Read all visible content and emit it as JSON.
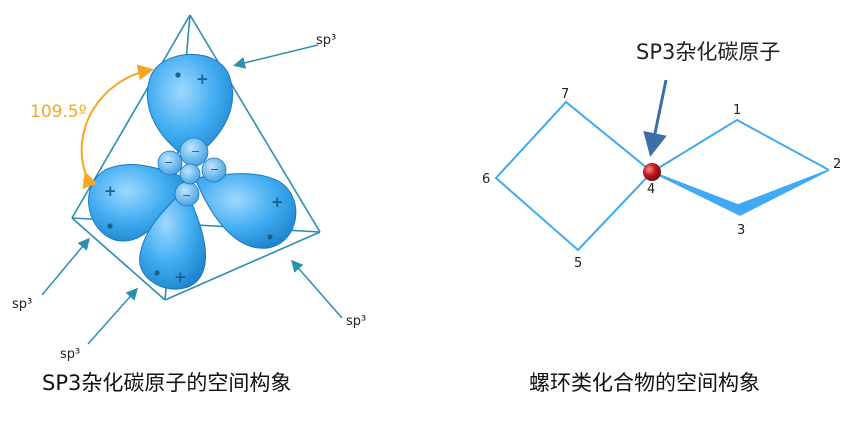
{
  "left_figure": {
    "angle_label": "109.5º",
    "orbital_labels": [
      "sp³",
      "sp³",
      "sp³",
      "sp³"
    ],
    "caption": "SP3杂化碳原子的空间构象",
    "lobe_color": "#3fa9f5",
    "edge_color": "#2a8fb0"
  },
  "right_figure": {
    "callout": "SP3杂化碳原子",
    "ring_numbers": [
      "1",
      "2",
      "3",
      "4",
      "5",
      "6",
      "7"
    ],
    "caption": "螺环类化合物的空间构象",
    "ring_color": "#3fa9f5",
    "atom_color": "#b5121b"
  }
}
